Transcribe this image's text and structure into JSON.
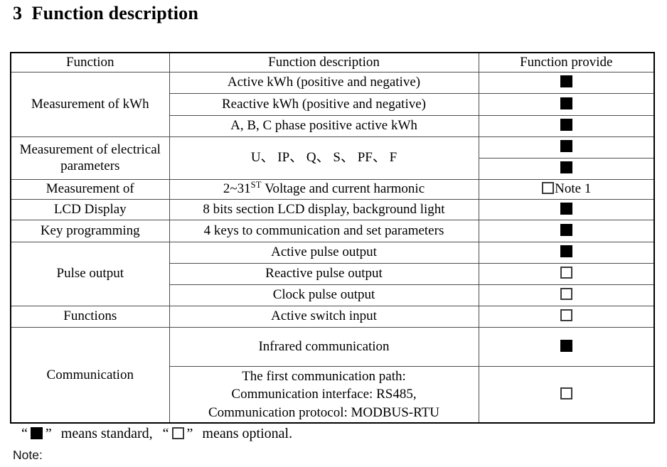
{
  "page": {
    "title": "3  Function description",
    "note_label": "Note:"
  },
  "legend": {
    "open_quote": "“",
    "close_quote": "”",
    "standard_mark": "standard",
    "standard_text": "means standard,",
    "optional_mark": "optional",
    "optional_text": "means optional."
  },
  "table": {
    "headers": [
      "Function",
      "Function description",
      "Function provide"
    ],
    "groups": [
      {
        "function": "Measurement of kWh",
        "items": [
          {
            "desc": "Active kWh (positive and negative)",
            "provide": "standard"
          },
          {
            "desc": "Reactive kWh (positive and negative)",
            "provide": "standard"
          },
          {
            "desc": "A, B, C phase positive active kWh",
            "provide": "standard"
          }
        ]
      },
      {
        "function": "Measurement of electrical parameters",
        "desc": "U、 IP、 Q、 S、 PF、 F",
        "items": [
          {
            "provide": "standard"
          },
          {
            "provide": "standard"
          }
        ]
      },
      {
        "function": "Measurement of",
        "items": [
          {
            "desc_pre": "2~31",
            "desc_sup": "ST",
            "desc_post": " Voltage and current harmonic",
            "provide": "optional",
            "note": "Note 1"
          }
        ]
      },
      {
        "function": "LCD Display",
        "items": [
          {
            "desc": "8 bits section LCD display, background light",
            "provide": "standard"
          }
        ]
      },
      {
        "function": "Key programming",
        "items": [
          {
            "desc": "4 keys to communication and set parameters",
            "provide": "standard"
          }
        ]
      },
      {
        "function": "Pulse output",
        "items": [
          {
            "desc": "Active pulse output",
            "provide": "standard"
          },
          {
            "desc": "Reactive pulse output",
            "provide": "optional"
          },
          {
            "desc": "Clock pulse output",
            "provide": "optional"
          }
        ]
      },
      {
        "function": "Functions",
        "items": [
          {
            "desc": "Active switch input",
            "provide": "optional"
          }
        ]
      },
      {
        "function": "Communication",
        "items": [
          {
            "desc": "Infrared communication",
            "provide": "standard"
          },
          {
            "desc_lines": [
              "The first communication path:",
              "Communication interface: RS485,",
              "Communication protocol: MODBUS-RTU"
            ],
            "provide": "optional"
          }
        ]
      }
    ]
  }
}
